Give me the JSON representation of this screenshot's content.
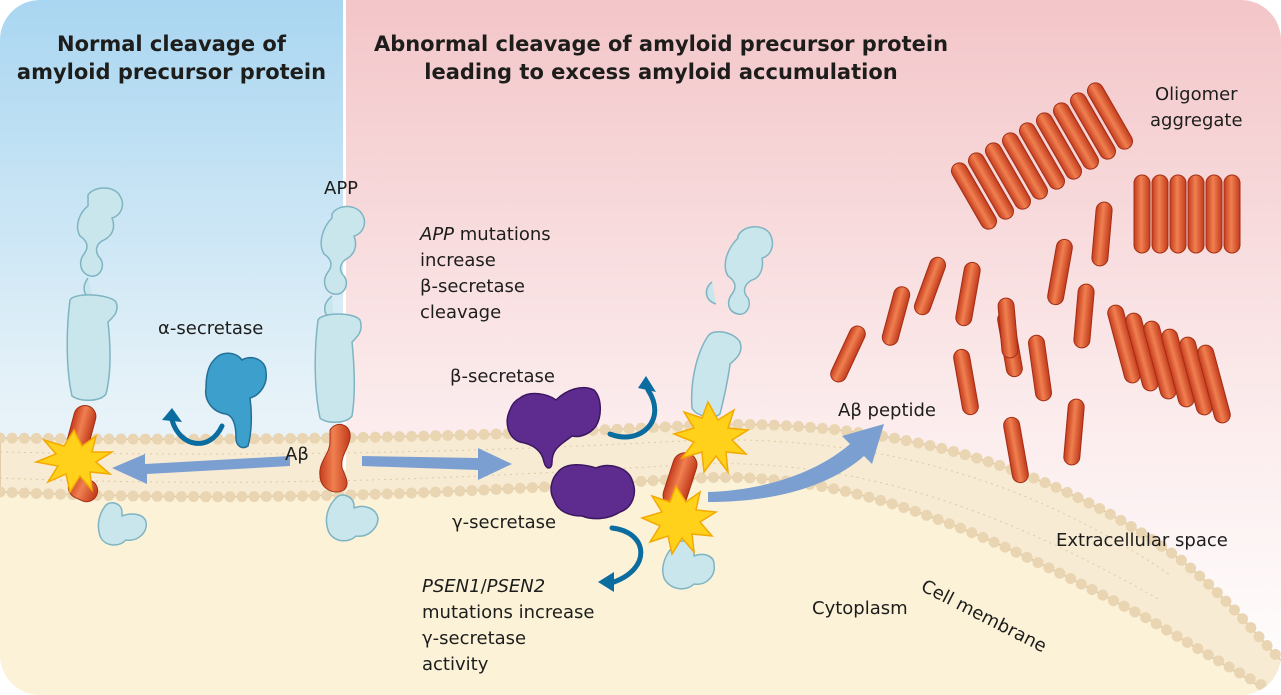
{
  "panels": {
    "normal_title": [
      "Normal cleavage of",
      "amyloid precursor protein"
    ],
    "abnormal_title": [
      "Abnormal cleavage of amyloid precursor protein",
      "leading to excess amyloid accumulation"
    ]
  },
  "labels": {
    "app": "APP",
    "alpha_secretase": "α-secretase",
    "abeta": "Aβ",
    "beta_secretase": "β-secretase",
    "gamma_secretase": "γ-secretase",
    "app_mutations": {
      "gene": "APP",
      "rest_line1": " mutations",
      "line2": "increase",
      "line3": "β-secretase",
      "line4": "cleavage"
    },
    "psen_mutations": {
      "gene1": "PSEN1",
      "slash": "/",
      "gene2": "PSEN2",
      "line2": "mutations increase",
      "line3": "γ-secretase",
      "line4": "activity"
    },
    "abeta_peptide": "Aβ peptide",
    "oligomer": [
      "Oligomer",
      "aggregate"
    ],
    "extracellular": "Extracellular space",
    "cell_membrane": "Cell membrane",
    "cytoplasm": "Cytoplasm"
  },
  "colors": {
    "normal_bg": "#bfe0f3",
    "abnormal_bg": "#f6d3d6",
    "cytoplasm": "#fbf2d8",
    "membrane_head": "#ecd9bd",
    "app_protein": "#c8e6ec",
    "abeta": "#e4602c",
    "alpha_secretase": "#3d9fcb",
    "beta_secretase": "#5e2c8e",
    "flash": "#ffd11a",
    "arrow": "#7b9fd1",
    "curved_arrow": "#0b6c9f"
  },
  "icons": [
    "cleavage-flash-icon",
    "curved-arrow-icon",
    "direction-arrow-icon"
  ]
}
